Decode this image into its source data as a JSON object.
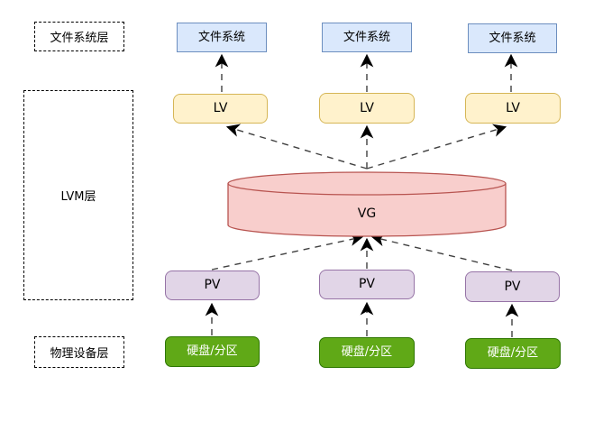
{
  "diagram": {
    "type": "lvm-architecture",
    "layer_labels": [
      {
        "id": "filesystem-layer",
        "label": "文件系统层"
      },
      {
        "id": "lvm-layer",
        "label": "LVM层"
      },
      {
        "id": "physical-device-layer",
        "label": "物理设备层"
      }
    ],
    "node_labels": {
      "filesystem": "文件系统",
      "lv": "LV",
      "vg": "VG",
      "pv": "PV",
      "disk": "硬盘/分区"
    },
    "node_counts": {
      "filesystem": 3,
      "lv": 3,
      "vg": 1,
      "pv": 3,
      "disk": 3
    }
  },
  "colors": {
    "canvas-bg": "#ffffff",
    "filesystem-fill": "#dae8fc",
    "filesystem-stroke": "#6c8ebf",
    "lv-fill": "#fff2cc",
    "lv-stroke": "#d6b656",
    "vg-fill": "#f8cecc",
    "vg-stroke": "#b85450",
    "pv-fill": "#e1d5e7",
    "pv-stroke": "#9673a6",
    "disk-fill": "#60a917",
    "disk-stroke": "#2d7600",
    "disk-text": "#ffffff",
    "arrow-line": "#404040",
    "arrow-head": "#000000",
    "label-border": "#000000",
    "text": "#000000"
  }
}
